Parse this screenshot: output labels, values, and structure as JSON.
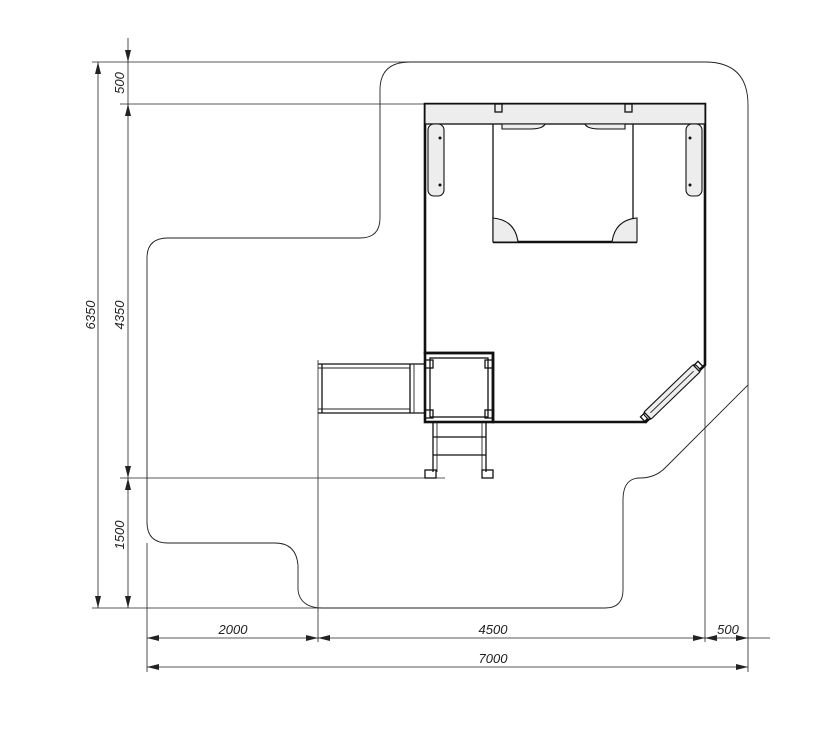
{
  "dimensions": {
    "vertical": {
      "total": "6350",
      "top_offset": "500",
      "middle": "4350",
      "bottom": "1500"
    },
    "horizontal": {
      "left": "2000",
      "middle": "4500",
      "right": "500",
      "total": "7000"
    }
  },
  "colors": {
    "line": "#111111",
    "fill": "#ededed",
    "background": "#ffffff"
  }
}
